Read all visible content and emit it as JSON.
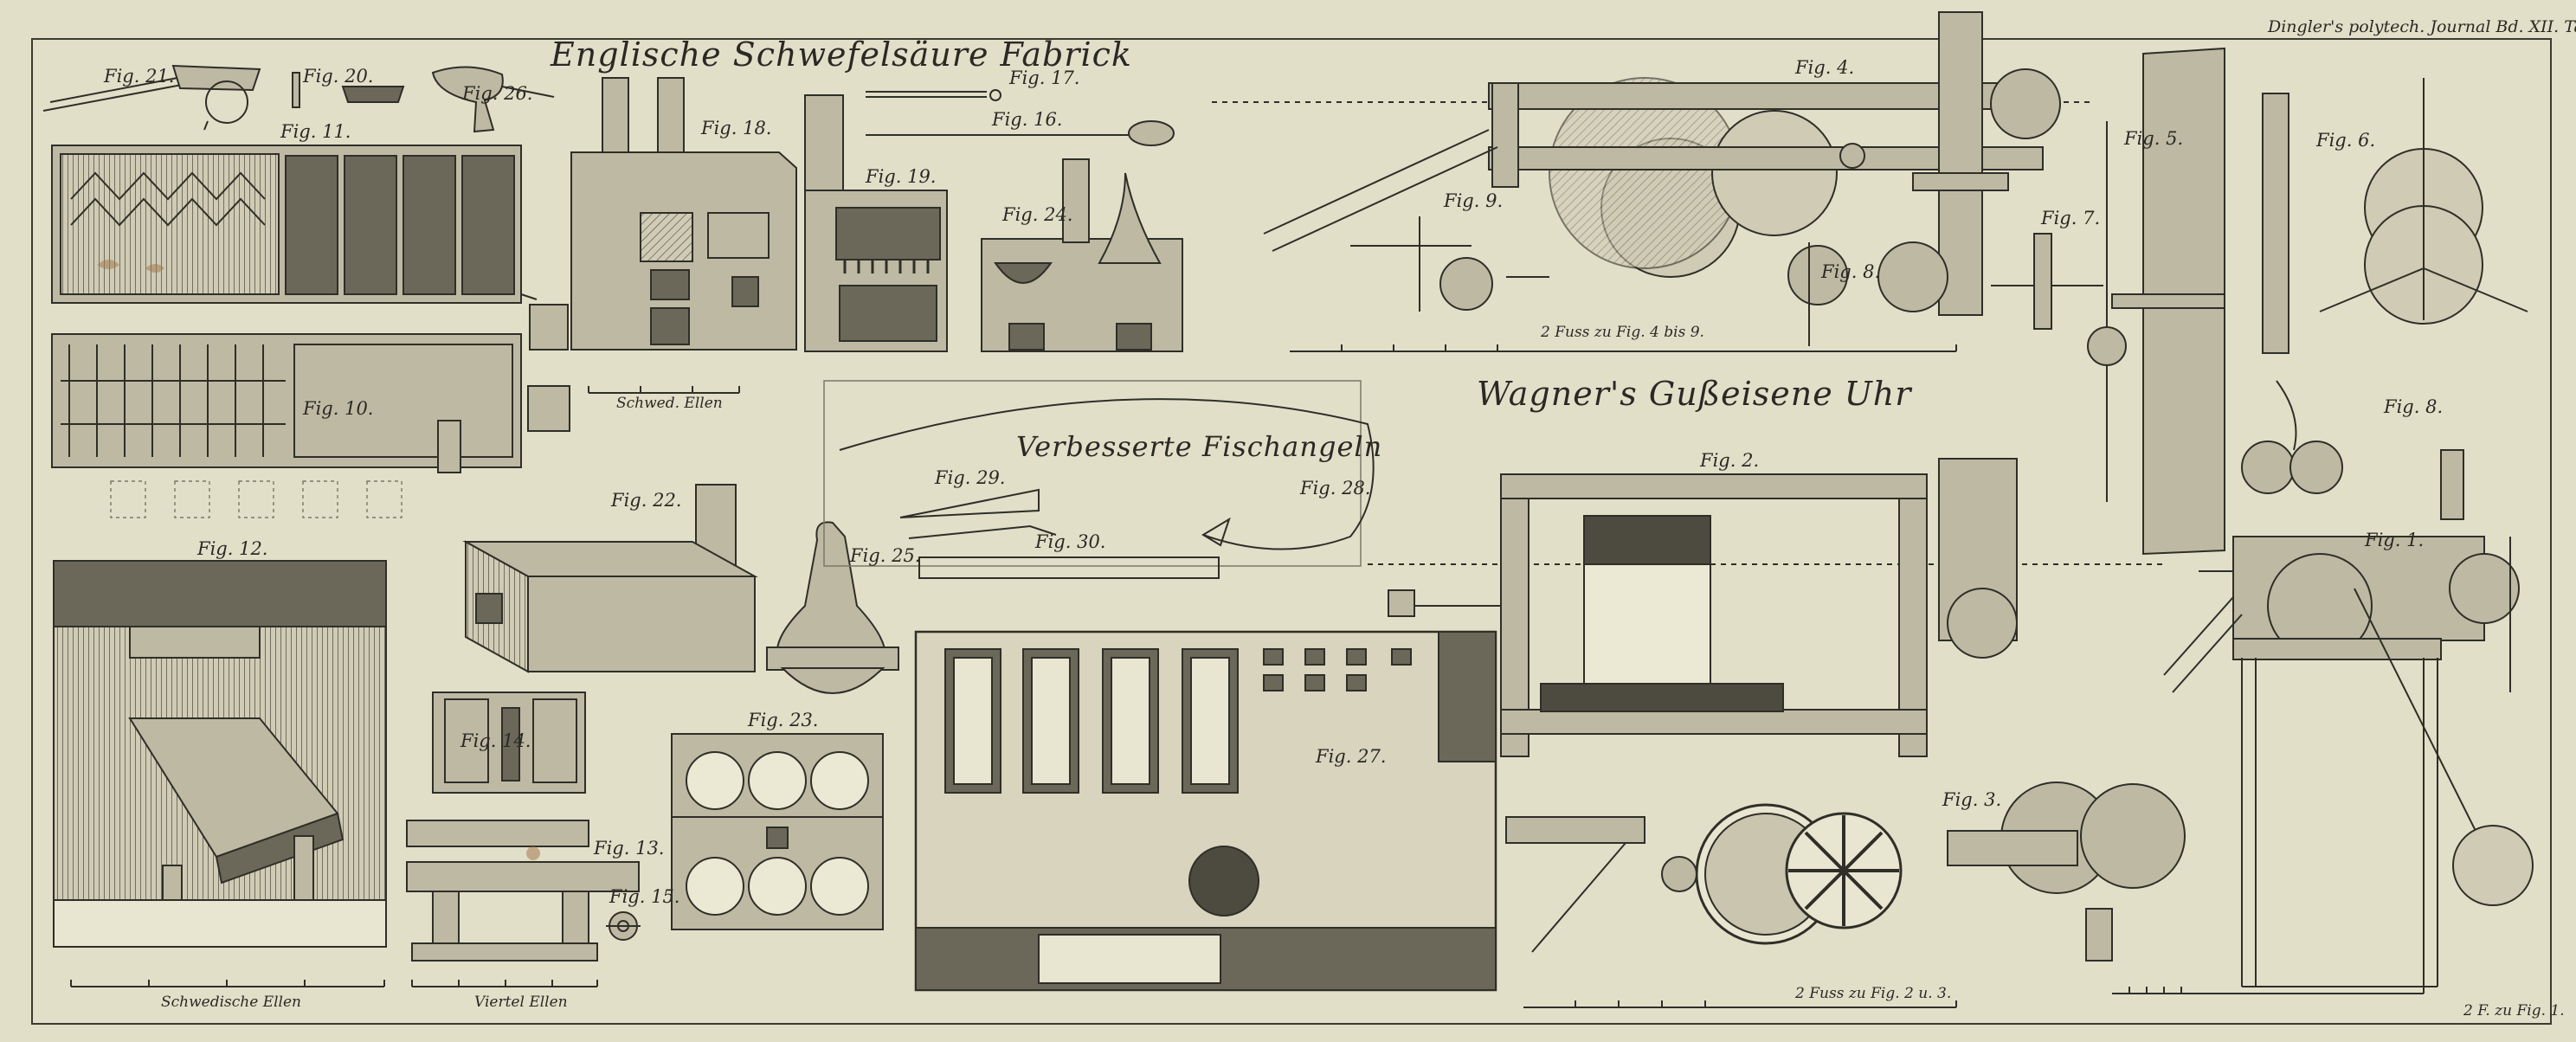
{
  "plate": {
    "header": "Dingler's polytech. Journal Bd. XII. Tab. II.",
    "title_left": "Englische Schwefelsäure Fabrick",
    "title_clock": "Wagner's Gußeisene Uhr",
    "title_hook": "Verbesserte Fischangeln"
  },
  "figures": [
    {
      "id": "fig21",
      "label": "Fig. 21."
    },
    {
      "id": "fig20",
      "label": "Fig. 20."
    },
    {
      "id": "fig26",
      "label": "Fig. 26."
    },
    {
      "id": "fig11",
      "label": "Fig. 11."
    },
    {
      "id": "fig10",
      "label": "Fig. 10."
    },
    {
      "id": "fig12",
      "label": "Fig. 12."
    },
    {
      "id": "fig18",
      "label": "Fig. 18."
    },
    {
      "id": "fig19",
      "label": "Fig. 19."
    },
    {
      "id": "fig17",
      "label": "Fig. 17."
    },
    {
      "id": "fig16",
      "label": "Fig. 16."
    },
    {
      "id": "fig24",
      "label": "Fig. 24."
    },
    {
      "id": "fig22",
      "label": "Fig. 22."
    },
    {
      "id": "fig25",
      "label": "Fig. 25."
    },
    {
      "id": "fig14",
      "label": "Fig. 14."
    },
    {
      "id": "fig13",
      "label": "Fig. 13."
    },
    {
      "id": "fig15",
      "label": "Fig. 15."
    },
    {
      "id": "fig23",
      "label": "Fig. 23."
    },
    {
      "id": "fig27",
      "label": "Fig. 27."
    },
    {
      "id": "fig29",
      "label": "Fig. 29."
    },
    {
      "id": "fig28",
      "label": "Fig. 28."
    },
    {
      "id": "fig30",
      "label": "Fig. 30."
    },
    {
      "id": "fig4",
      "label": "Fig. 4."
    },
    {
      "id": "fig9",
      "label": "Fig. 9."
    },
    {
      "id": "fig8",
      "label": "Fig. 8."
    },
    {
      "id": "fig7",
      "label": "Fig. 7."
    },
    {
      "id": "fig5",
      "label": "Fig. 5."
    },
    {
      "id": "fig6",
      "label": "Fig. 6."
    },
    {
      "id": "fig2",
      "label": "Fig. 2."
    },
    {
      "id": "fig3",
      "label": "Fig. 3."
    },
    {
      "id": "fig1",
      "label": "Fig. 1."
    },
    {
      "id": "fig8b",
      "label": "Fig. 8."
    }
  ],
  "scales": {
    "schwed_ellen_1": "Schwed. Ellen",
    "schwedische_ellen": "Schwedische Ellen",
    "viertel_ellen": "Viertel Ellen",
    "fuss_4_9": "2 Fuss zu Fig. 4 bis 9.",
    "fuss_2_3": "2 Fuss zu Fig. 2 u. 3.",
    "fuss_1": "2 F. zu Fig. 1."
  },
  "colors": {
    "paper": "#e2dfc9",
    "ink": "#2f2e28",
    "margin": "#b9b6a0",
    "stain": "#a47a4f"
  }
}
